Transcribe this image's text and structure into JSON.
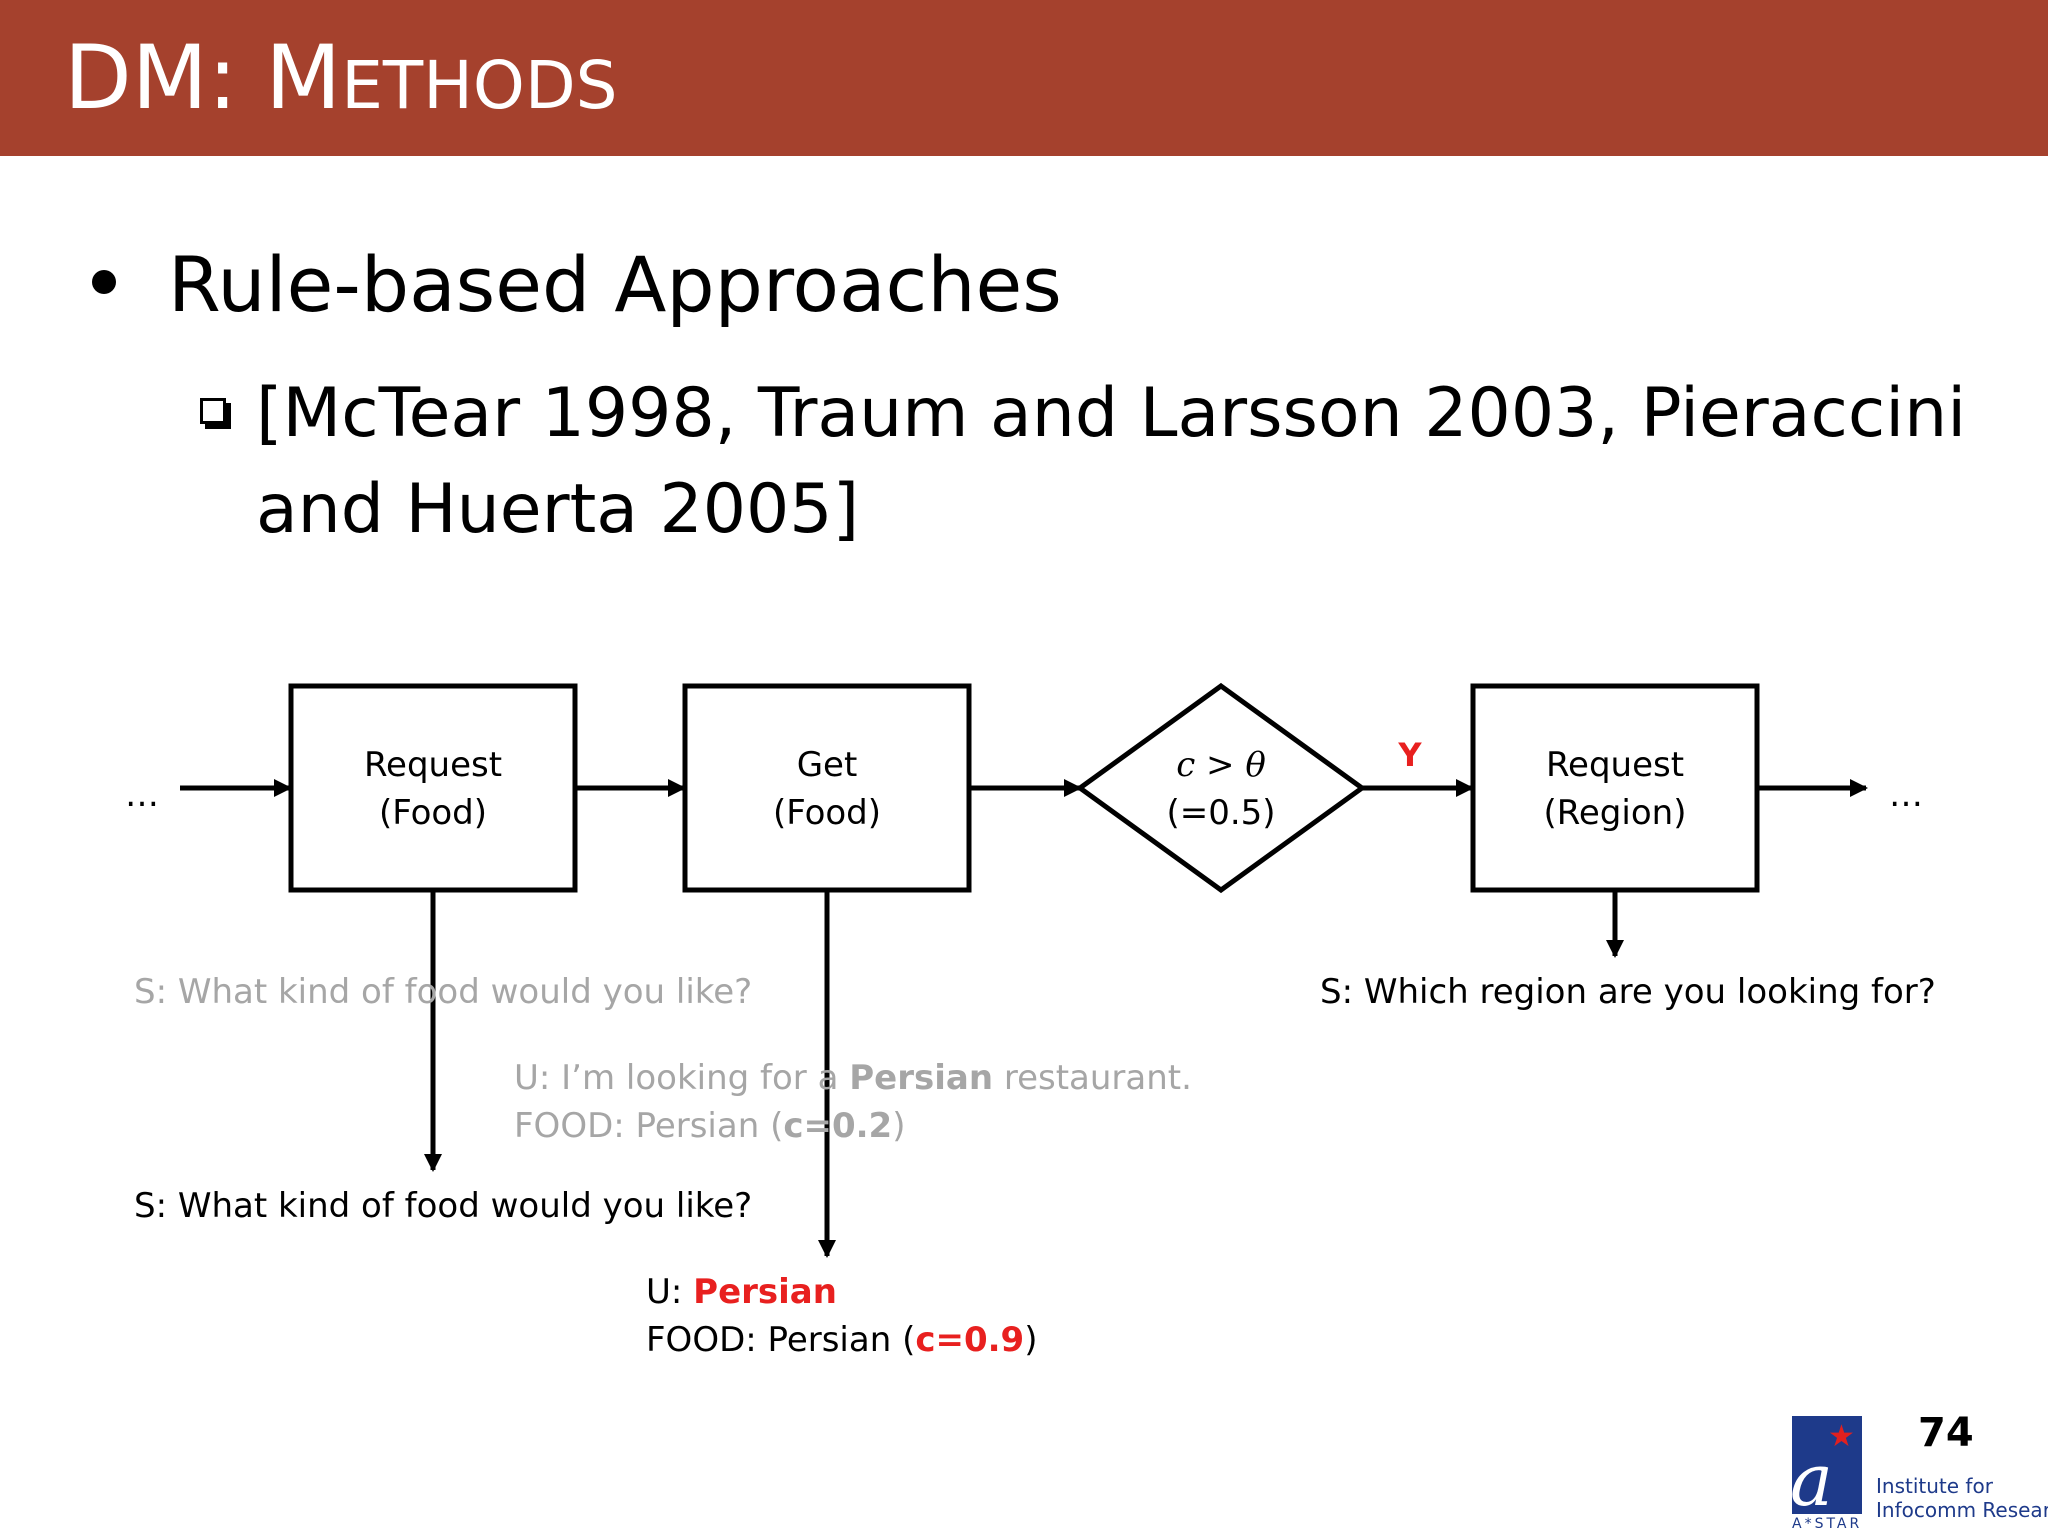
{
  "header": {
    "title_prefix": "DM: M",
    "title_suffix": "ETHODS",
    "color": "#a5412d"
  },
  "bullet": {
    "text": "Rule-based Approaches",
    "sub_line1": "[McTear 1998, Traum and Larsson 2003, Pieraccini",
    "sub_line2": "and Huerta 2005]"
  },
  "diagram": {
    "left_ellipsis": "…",
    "right_ellipsis": "…",
    "box1": {
      "line1": "Request",
      "line2": "(Food)"
    },
    "box2": {
      "line1": "Get",
      "line2": "(Food)"
    },
    "decision": {
      "line1": "c > θ",
      "line2": "(=0.5)",
      "yes_label": "Y"
    },
    "box3": {
      "line1": "Request",
      "line2": "(Region)"
    }
  },
  "dialog": {
    "s1_gray": "S: What kind of food would you like?",
    "u1_prefix": "U: I’m looking for a ",
    "u1_bold": "Persian",
    "u1_suffix": " restaurant.",
    "food1_prefix": "FOOD: Persian (",
    "food1_bold": "c=0.2",
    "food1_suffix": ")",
    "s2": "S: What kind of food would you like?",
    "u2_prefix": "U: ",
    "u2_red": "Persian",
    "food2_prefix": "FOOD: Persian (",
    "food2_red": "c=0.9",
    "food2_suffix": ")",
    "s3": "S: Which region are you looking for?"
  },
  "footer": {
    "page_number": "74",
    "logo_astar": "A*STAR",
    "institute_line1": "Institute for",
    "institute_line2": "Infocomm Research"
  },
  "colors": {
    "accent_red": "#e8201f",
    "muted_gray": "#a6a6a6",
    "logo_blue": "#1e3a8a"
  }
}
